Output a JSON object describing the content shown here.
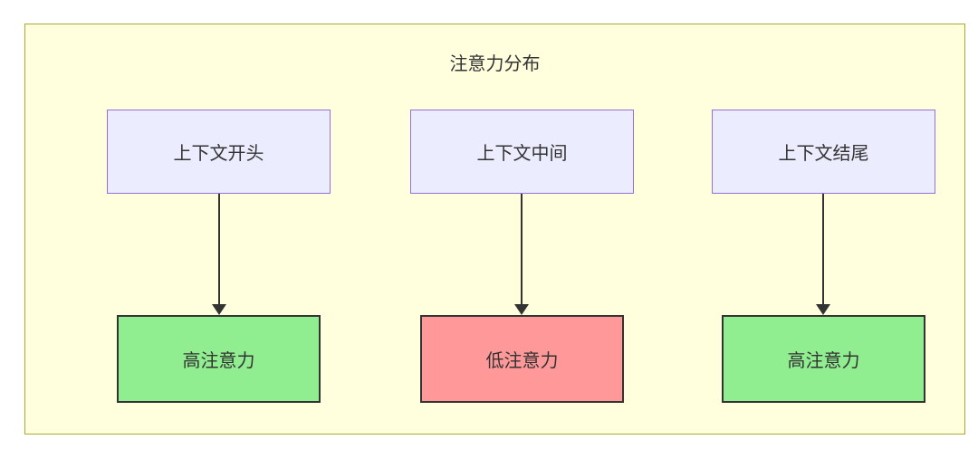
{
  "diagram": {
    "title": "注意力分布",
    "columns": [
      {
        "source": "上下文开头",
        "target": "高注意力",
        "attention_level": "high"
      },
      {
        "source": "上下文中间",
        "target": "低注意力",
        "attention_level": "low"
      },
      {
        "source": "上下文结尾",
        "target": "高注意力",
        "attention_level": "high"
      }
    ],
    "colors": {
      "subgraph_background": "#ffffde",
      "subgraph_border": "#aaaa33",
      "source_node_background": "#ECECFF",
      "source_node_border": "#9370DB",
      "high_attention_background": "#90EE90",
      "low_attention_background": "#FF9999",
      "result_node_border": "#333333",
      "arrow_color": "#333333",
      "text_color": "#333333"
    }
  }
}
